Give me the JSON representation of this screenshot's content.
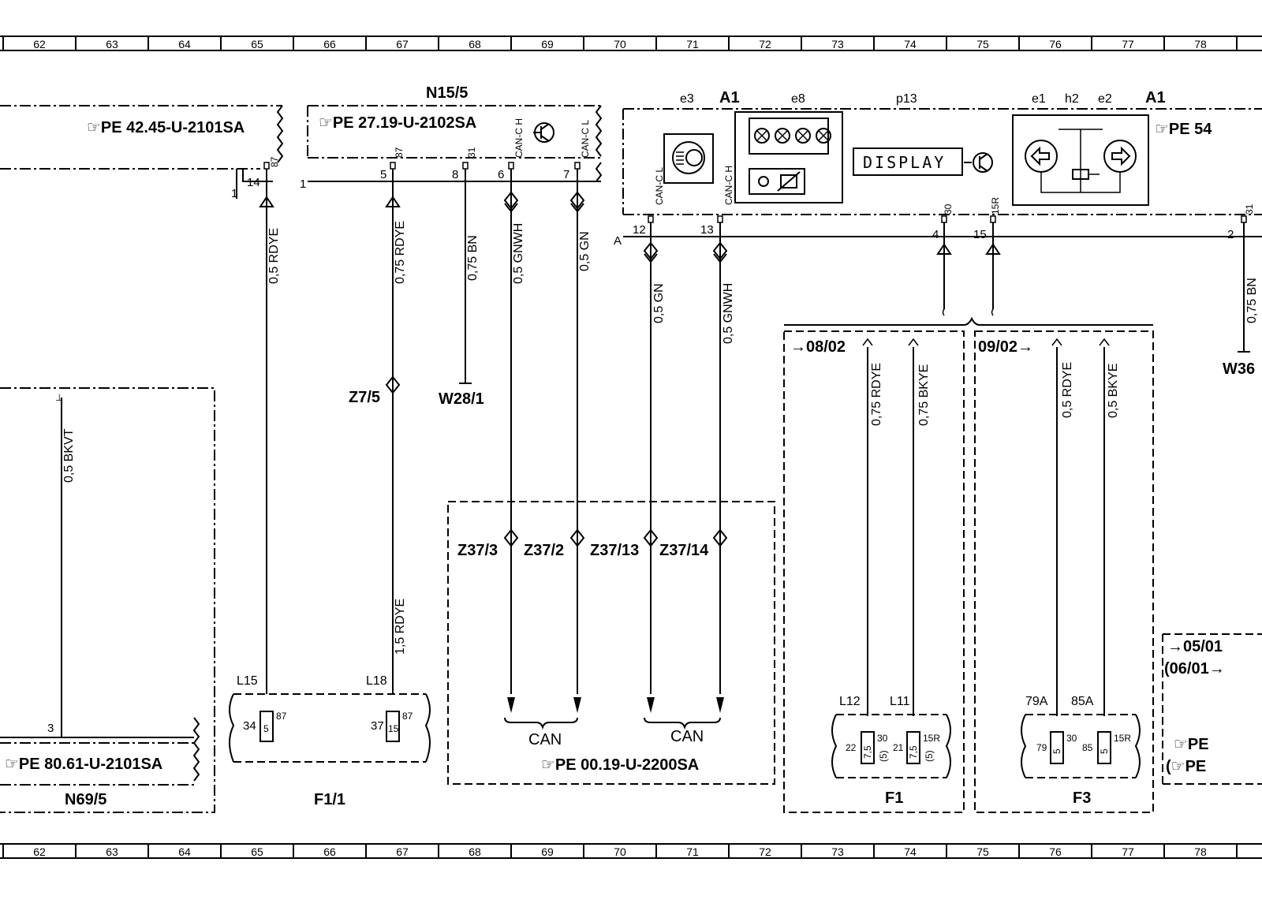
{
  "ruler": {
    "columns": [
      "62",
      "63",
      "64",
      "65",
      "66",
      "67",
      "68",
      "69",
      "70",
      "71",
      "72",
      "73",
      "74",
      "75",
      "76",
      "77",
      "78"
    ]
  },
  "components": {
    "n15_5": "N15/5",
    "a1_main": "A1",
    "a1_right": "A1",
    "e3": "e3",
    "e8": "e8",
    "p13": "p13",
    "e1": "e1",
    "h2": "h2",
    "e2": "e2",
    "display_text": "DISPLAY",
    "n69_5": "N69/5",
    "f1_1": "F1/1",
    "f1": "F1",
    "f3": "F3",
    "z7_5": "Z7/5",
    "w28_1": "W28/1",
    "w36": "W36",
    "z37_3": "Z37/3",
    "z37_2": "Z37/2",
    "z37_13": "Z37/13",
    "z37_14": "Z37/14",
    "can_left": "CAN",
    "can_right": "CAN"
  },
  "references": {
    "pe_42": "☞PE 42.45-U-2101SA",
    "pe_27": "☞PE 27.19-U-2102SA",
    "pe_54": "☞PE 54",
    "pe_80": "☞PE 80.61-U-2101SA",
    "pe_00": "☞PE 00.19-U-2200SA",
    "pe_r1": "☞PE",
    "pe_r2": "(☞PE"
  },
  "wires": {
    "w65": "0,5 RDYE",
    "w67": "0,75 RDYE",
    "w68": "0,75 BN",
    "w69a": "0,5 GNWH",
    "w69b": "0,5 GN",
    "w71a": "0,5 GN",
    "w71b": "0,5 GNWH",
    "w63": "0,5 BKVT",
    "w67b": "1,5 RDYE",
    "w74a": "0,75 RDYE",
    "w74b": "0,75 BKYE",
    "w76a": "0,5 RDYE",
    "w76b": "0,5 BKYE",
    "w78": "0,75 BN"
  },
  "pins": {
    "p14": "14",
    "p87a": "87",
    "p1a": "1",
    "p1b": "1",
    "p5": "5",
    "p87b": "87",
    "p8": "8",
    "p31a": "31",
    "p6": "6",
    "canch1": "CAN-C H",
    "p7": "7",
    "cancl1": "CAN-C L",
    "cancl2": "CAN-C L",
    "canch2": "CAN-C H",
    "pA": "A",
    "p12": "12",
    "p13": "13",
    "p4": "4",
    "p30": "30",
    "p15": "15",
    "p15r": "15R",
    "p2": "2",
    "p31b": "31",
    "p3": "3",
    "l15": "L15",
    "l18": "L18",
    "f34": "34",
    "f87a": "87",
    "f5a": "5",
    "f37": "37",
    "f87b": "87",
    "f15": "15",
    "l12": "L12",
    "l11": "L11",
    "f22": "22",
    "f30a": "30",
    "f75a": "7,5",
    "f5b": "(5)",
    "f21": "21",
    "f15r": "15R",
    "f75b": "7,5",
    "f5c": "(5)",
    "l79a": "79A",
    "l85a": "85A",
    "f79": "79",
    "f30b": "30",
    "f5d": "5",
    "f85": "85",
    "f15r2": "15R",
    "f5e": "5"
  },
  "cross_refs": {
    "c0802": "→08/02",
    "c0902": "09/02→",
    "c0501": "→05/01",
    "c0601": "(06/01→"
  }
}
